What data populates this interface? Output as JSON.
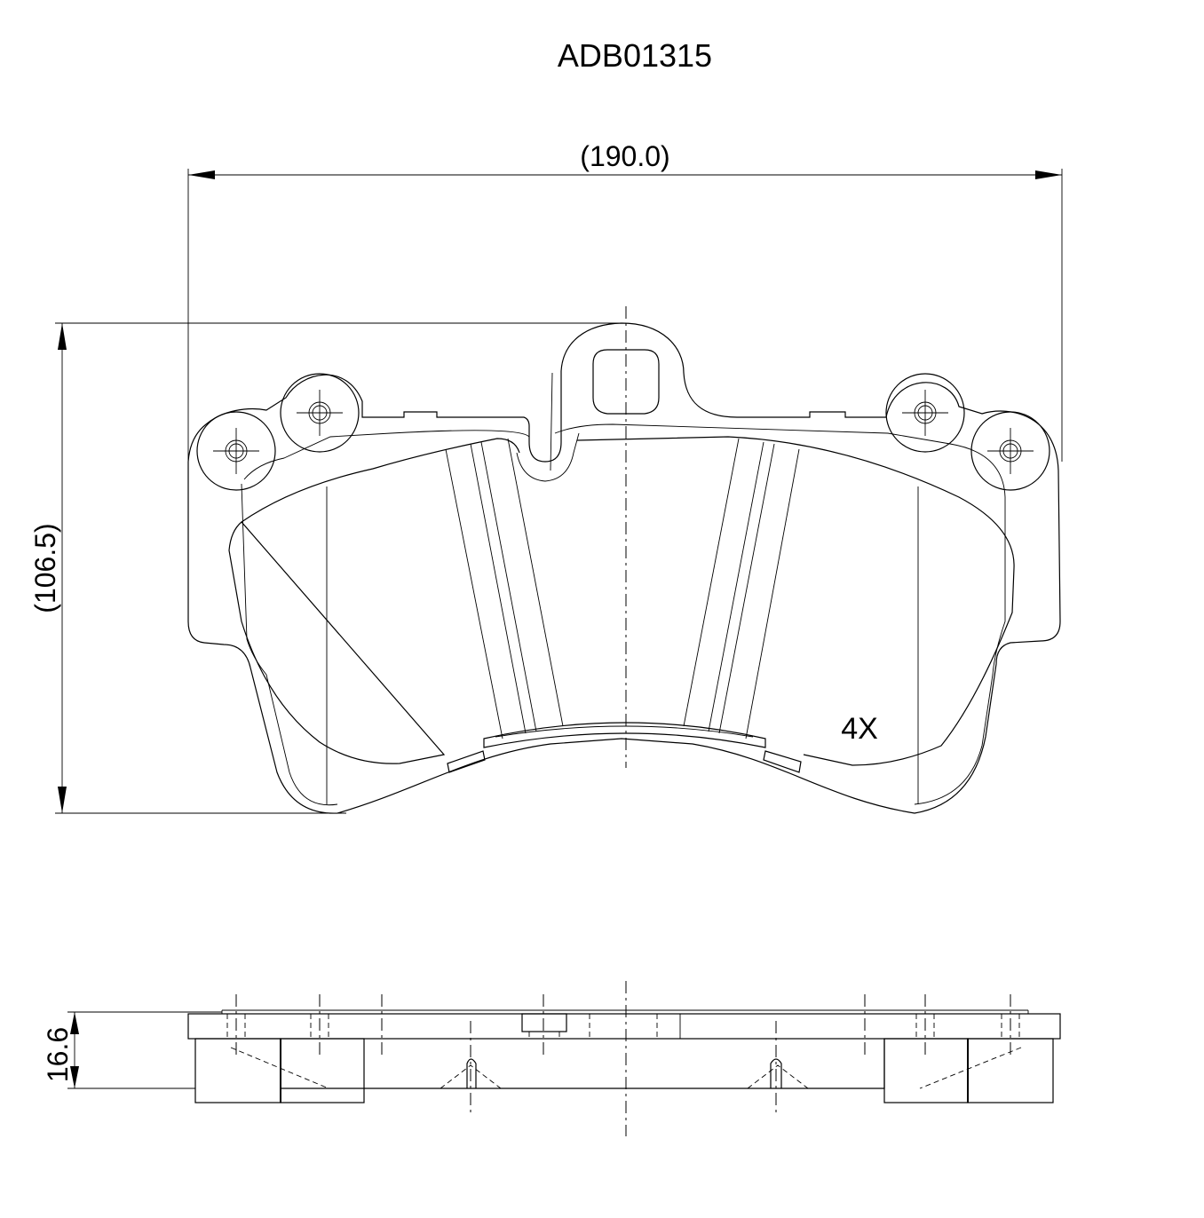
{
  "title": "ADB01315",
  "dimensions": {
    "width": "(190.0)",
    "height": "(106.5)",
    "thickness": "16.6"
  },
  "quantity": "4X",
  "colors": {
    "line": "#000000",
    "background": "#ffffff"
  }
}
